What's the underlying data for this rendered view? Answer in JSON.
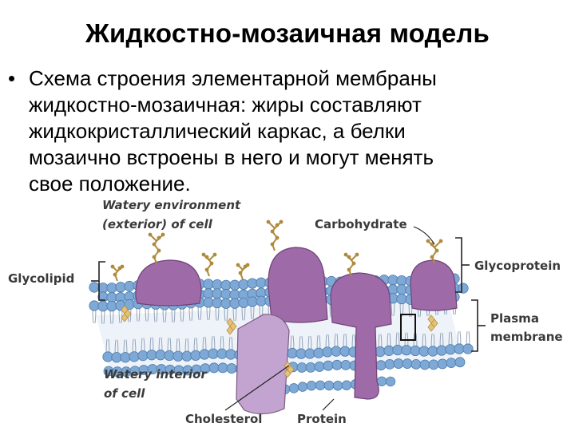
{
  "slide": {
    "title": "Жидкостно-мозаичная модель",
    "bullet_char": "•",
    "bullet_lines": [
      "Схема строения элементарной мембраны",
      "жидкостно-мозаичная: жиры составляют",
      "жидкокристаллический каркас, а белки",
      "мозаично встроены в него и могут менять",
      "свое положение."
    ]
  },
  "diagram": {
    "labels": {
      "exterior_1": "Watery environment",
      "exterior_2": "(exterior) of cell",
      "carbohydrate": "Carbohydrate",
      "glycoprotein": "Glycoprotein",
      "glycolipid": "Glycolipid",
      "plasma_1": "Plasma",
      "plasma_2": "membrane",
      "interior_1": "Watery interior",
      "interior_2": "of cell",
      "cholesterol": "Cholesterol",
      "protein": "Protein"
    },
    "colors": {
      "lipid_head": "#7ea9d6",
      "lipid_head_edge": "#4a78a8",
      "protein": "#9e6aa7",
      "protein_light": "#c3a3cf",
      "carbohydrate": "#b08a3c",
      "cholesterol": "#e5c27a",
      "bracket": "#222222"
    }
  }
}
